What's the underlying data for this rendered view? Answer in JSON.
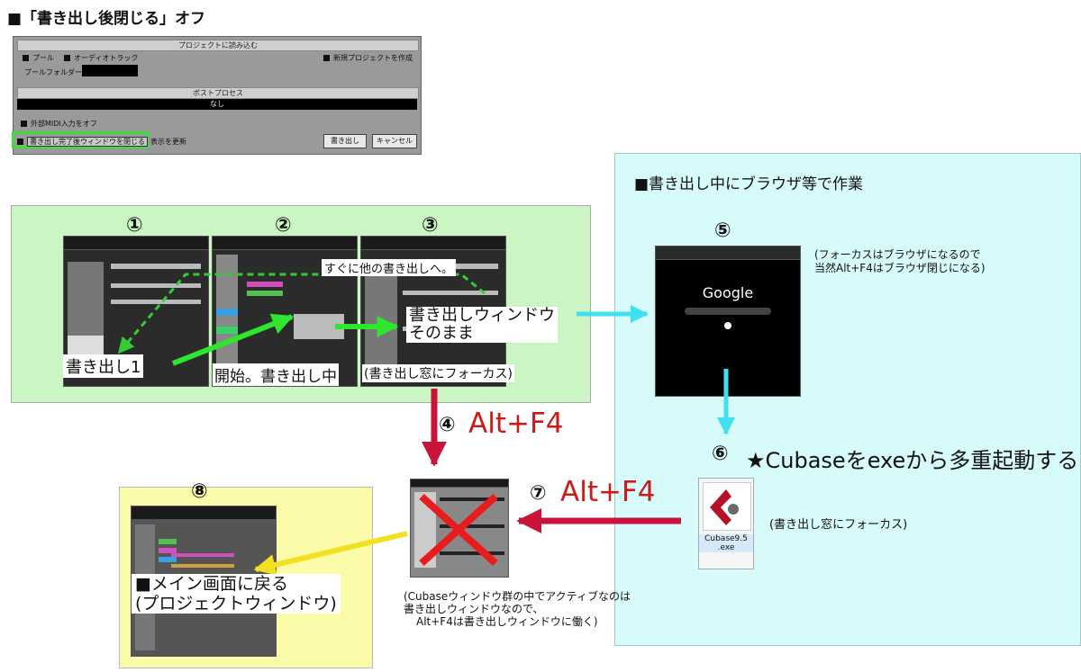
{
  "title": "■「書き出し後閉じる」オフ",
  "dialog": {
    "import_header": "プロジェクトに読み込む",
    "pool_label": "プール",
    "audio_track_label": "オーディオトラック",
    "new_project_label": "新規プロジェクトを作成",
    "pool_folder_label": "プールフォルダー",
    "post_process_header": "ポストプロセス",
    "post_process_value": "なし",
    "midi_off_label": "外部MIDI入力をオフ",
    "close_after_export_label": "書き出し完了後ウィンドウを閉じる",
    "update_display_label": "表示を更新",
    "export_button": "書き出し",
    "cancel_button": "キャンセル"
  },
  "steps": {
    "s1": "①",
    "s2": "②",
    "s3": "③",
    "s4": "④",
    "s5": "⑤",
    "s6": "⑥",
    "s7": "⑦",
    "s8": "⑧"
  },
  "labels": {
    "export1": "書き出し1",
    "start_exporting": "開始。書き出し中",
    "focus_export_window": "(書き出し窓にフォーカス)",
    "soon_next_export": "すぐに他の書き出しへ。",
    "export_window_stays_1": "書き出しウィンドウ",
    "export_window_stays_2": "そのまま",
    "browser_work_title": "■書き出し中にブラウザ等で作業",
    "browser_note_1": "(フォーカスはブラウザになるので",
    "browser_note_2": "当然Alt+F4はブラウザ閉じになる)",
    "google_logo": "Google",
    "multi_launch": "★Cubaseをexeから多重起動する",
    "alt_f4": "Alt+F4",
    "alt_f4_b": "Alt+F4",
    "exe_name_1": "Cubase9.5",
    "exe_name_2": ".exe",
    "focus_export_window_2": "(書き出し窓にフォーカス)",
    "note_1": "(Cubaseウィンドウ群の中でアクティブなのは",
    "note_2": "書き出しウィンドウなので、",
    "note_3": "Alt+F4は書き出しウィンドウに働く)",
    "return_main_1": "■メイン画面に戻る",
    "return_main_2": "(プロジェクトウィンドウ)"
  },
  "colors": {
    "green_arrow": "#2ee62e",
    "green_dash": "#33cc33",
    "cyan_arrow": "#3fe0f0",
    "red_arrow": "#c8133a",
    "red_text": "#cc1a1a",
    "yellow_arrow": "#f2e022",
    "cross": "#e81c1c"
  }
}
